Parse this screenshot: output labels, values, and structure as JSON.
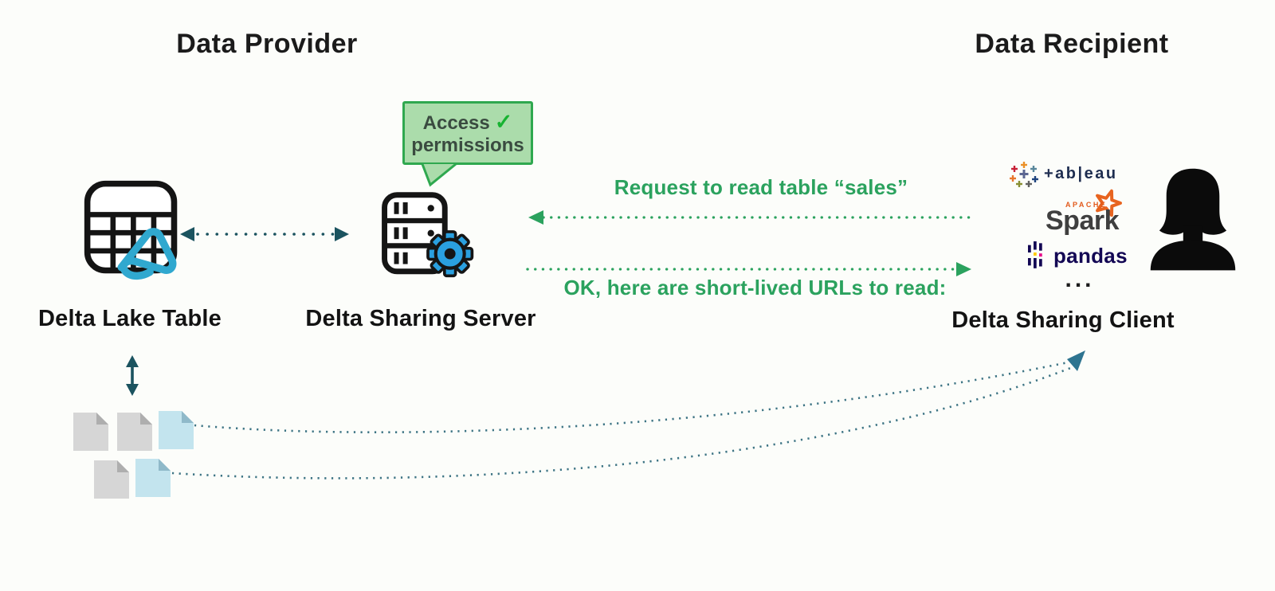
{
  "header": {
    "provider_title": "Data Provider",
    "recipient_title": "Data Recipient"
  },
  "provider": {
    "table_label": "Delta Lake Table",
    "server_label": "Delta Sharing Server"
  },
  "permissions_bubble": {
    "line1": "Access",
    "check": "✓",
    "line2": "permissions"
  },
  "exchange": {
    "request_text": "Request to read table “sales”",
    "response_text": "OK, here are short-lived URLs to read:"
  },
  "recipient": {
    "client_label": "Delta Sharing Client",
    "tools": {
      "tableau": "+ab|eau",
      "apache": "APACHE",
      "spark": "Spark",
      "pandas": "pandas",
      "ellipsis": "..."
    }
  },
  "colors": {
    "message_green": "#2ba25e",
    "bubble_fill": "#abdcab",
    "bubble_border": "#2fa84f",
    "connector_teal": "#1b535f",
    "transfer_teal": "#3d7484",
    "delta_cyan": "#30a8cf",
    "gear_blue": "#2aa0e0",
    "file_gray": "#d6d6d6",
    "file_blue": "#c3e4ee"
  }
}
